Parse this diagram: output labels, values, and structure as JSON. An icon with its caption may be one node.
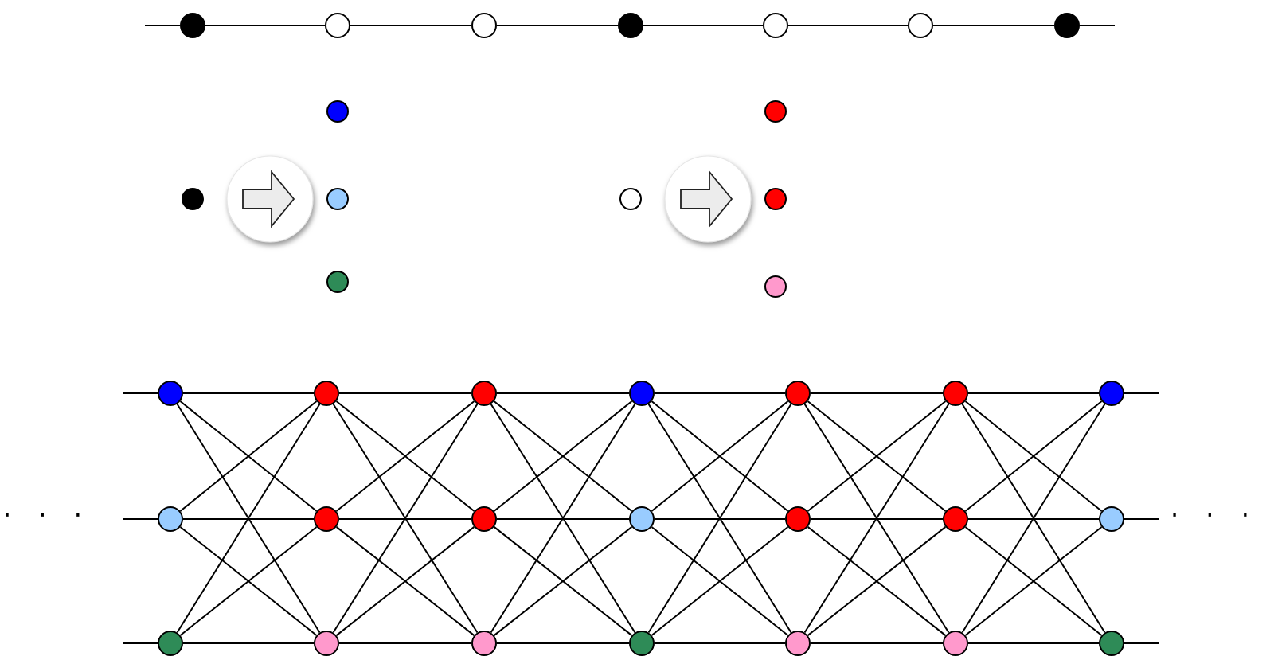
{
  "diagram": {
    "nodes": [
      {
        "text": [],
        "shape": "circle"
      },
      {
        "text": [],
        "shape": "circle"
      },
      {
        "text": [],
        "shape": "circle"
      },
      {
        "text": [],
        "shape": "circle"
      },
      {
        "text": [],
        "shape": "circle"
      },
      {
        "text": [],
        "shape": "circle"
      },
      {
        "text": [],
        "shape": "circle"
      },
      {
        "text": [],
        "shape": "circle"
      },
      {
        "text": [],
        "shape": "circle"
      },
      {
        "text": [],
        "shape": "circle"
      },
      {
        "text": [],
        "shape": "circle"
      },
      {
        "text": [],
        "shape": "circle"
      },
      {
        "text": [],
        "shape": "circle"
      },
      {
        "text": [],
        "shape": "circle"
      },
      {
        "text": [],
        "shape": "circle"
      },
      {
        "text": [],
        "shape": "circle"
      },
      {
        "text": [],
        "shape": "circle"
      },
      {
        "text": [],
        "shape": "circle"
      },
      {
        "text": [],
        "shape": "circle"
      },
      {
        "text": [],
        "shape": "circle"
      },
      {
        "text": [],
        "shape": "circle"
      },
      {
        "text": [],
        "shape": "circle"
      },
      {
        "text": [],
        "shape": "circle"
      },
      {
        "text": [],
        "shape": "circle"
      },
      {
        "text": [],
        "shape": "circle"
      },
      {
        "text": [],
        "shape": "circle"
      },
      {
        "text": [],
        "shape": "circle"
      },
      {
        "text": [],
        "shape": "circle"
      },
      {
        "text": [],
        "shape": "circle"
      },
      {
        "text": [],
        "shape": "circle"
      },
      {
        "text": [],
        "shape": "circle"
      },
      {
        "text": [],
        "shape": "circle"
      },
      {
        "text": [],
        "shape": "circle"
      },
      {
        "text": [],
        "shape": "circle"
      },
      {
        "text": [],
        "shape": "circle"
      },
      {
        "text": [],
        "shape": "circle"
      }
    ],
    "edges": [
      {
        "from": null,
        "to": 0,
        "arrow": "none"
      },
      {
        "from": 0,
        "to": 1,
        "arrow": "none"
      },
      {
        "from": 1,
        "to": 2,
        "arrow": "none"
      },
      {
        "from": 2,
        "to": 3,
        "arrow": "none"
      },
      {
        "from": 3,
        "to": 4,
        "arrow": "none"
      },
      {
        "from": 4,
        "to": 5,
        "arrow": "none"
      },
      {
        "from": 5,
        "to": 6,
        "arrow": "none"
      },
      {
        "from": 6,
        "to": null,
        "arrow": "none"
      },
      {
        "from": null,
        "to": 15,
        "arrow": "none"
      },
      {
        "from": null,
        "to": 22,
        "arrow": "none"
      },
      {
        "from": null,
        "to": 29,
        "arrow": "none"
      },
      {
        "from": 15,
        "to": 16,
        "arrow": "none"
      },
      {
        "from": 15,
        "to": 23,
        "arrow": "none"
      },
      {
        "from": 15,
        "to": 30,
        "arrow": "none"
      },
      {
        "from": 22,
        "to": 16,
        "arrow": "none"
      },
      {
        "from": 22,
        "to": 23,
        "arrow": "none"
      },
      {
        "from": 22,
        "to": 30,
        "arrow": "none"
      },
      {
        "from": 29,
        "to": 16,
        "arrow": "none"
      },
      {
        "from": 29,
        "to": 23,
        "arrow": "none"
      },
      {
        "from": 29,
        "to": 30,
        "arrow": "none"
      },
      {
        "from": 16,
        "to": 17,
        "arrow": "none"
      },
      {
        "from": 16,
        "to": 24,
        "arrow": "none"
      },
      {
        "from": 16,
        "to": 31,
        "arrow": "none"
      },
      {
        "from": 23,
        "to": 17,
        "arrow": "none"
      },
      {
        "from": 23,
        "to": 24,
        "arrow": "none"
      },
      {
        "from": 23,
        "to": 31,
        "arrow": "none"
      },
      {
        "from": 30,
        "to": 17,
        "arrow": "none"
      },
      {
        "from": 30,
        "to": 24,
        "arrow": "none"
      },
      {
        "from": 30,
        "to": 31,
        "arrow": "none"
      },
      {
        "from": 17,
        "to": 18,
        "arrow": "none"
      },
      {
        "from": 17,
        "to": 25,
        "arrow": "none"
      },
      {
        "from": 17,
        "to": 32,
        "arrow": "none"
      },
      {
        "from": 24,
        "to": 18,
        "arrow": "none"
      },
      {
        "from": 24,
        "to": 25,
        "arrow": "none"
      },
      {
        "from": 24,
        "to": 32,
        "arrow": "none"
      },
      {
        "from": 31,
        "to": 18,
        "arrow": "none"
      },
      {
        "from": 31,
        "to": 25,
        "arrow": "none"
      },
      {
        "from": 31,
        "to": 32,
        "arrow": "none"
      },
      {
        "from": 18,
        "to": 19,
        "arrow": "none"
      },
      {
        "from": 18,
        "to": 26,
        "arrow": "none"
      },
      {
        "from": 18,
        "to": 33,
        "arrow": "none"
      },
      {
        "from": 25,
        "to": 19,
        "arrow": "none"
      },
      {
        "from": 25,
        "to": 26,
        "arrow": "none"
      },
      {
        "from": 25,
        "to": 33,
        "arrow": "none"
      },
      {
        "from": 32,
        "to": 19,
        "arrow": "none"
      },
      {
        "from": 32,
        "to": 26,
        "arrow": "none"
      },
      {
        "from": 32,
        "to": 33,
        "arrow": "none"
      },
      {
        "from": 19,
        "to": 20,
        "arrow": "none"
      },
      {
        "from": 19,
        "to": 27,
        "arrow": "none"
      },
      {
        "from": 19,
        "to": 34,
        "arrow": "none"
      },
      {
        "from": 26,
        "to": 20,
        "arrow": "none"
      },
      {
        "from": 26,
        "to": 27,
        "arrow": "none"
      },
      {
        "from": 26,
        "to": 34,
        "arrow": "none"
      },
      {
        "from": 33,
        "to": 20,
        "arrow": "none"
      },
      {
        "from": 33,
        "to": 27,
        "arrow": "none"
      },
      {
        "from": 33,
        "to": 34,
        "arrow": "none"
      },
      {
        "from": 20,
        "to": 21,
        "arrow": "none"
      },
      {
        "from": 20,
        "to": 28,
        "arrow": "none"
      },
      {
        "from": 20,
        "to": 35,
        "arrow": "none"
      },
      {
        "from": 27,
        "to": 21,
        "arrow": "none"
      },
      {
        "from": 27,
        "to": 28,
        "arrow": "none"
      },
      {
        "from": 27,
        "to": 35,
        "arrow": "none"
      },
      {
        "from": 34,
        "to": 21,
        "arrow": "none"
      },
      {
        "from": 34,
        "to": 28,
        "arrow": "none"
      },
      {
        "from": 34,
        "to": 35,
        "arrow": "none"
      },
      {
        "from": 21,
        "to": null,
        "arrow": "none"
      },
      {
        "from": 28,
        "to": null,
        "arrow": "none"
      },
      {
        "from": 35,
        "to": null,
        "arrow": "none"
      },
      {
        "from": 7,
        "to": 9,
        "arrow": "to"
      },
      {
        "from": 11,
        "to": 13,
        "arrow": "to"
      }
    ],
    "labels": [
      "· · ·",
      "· · ·"
    ]
  }
}
